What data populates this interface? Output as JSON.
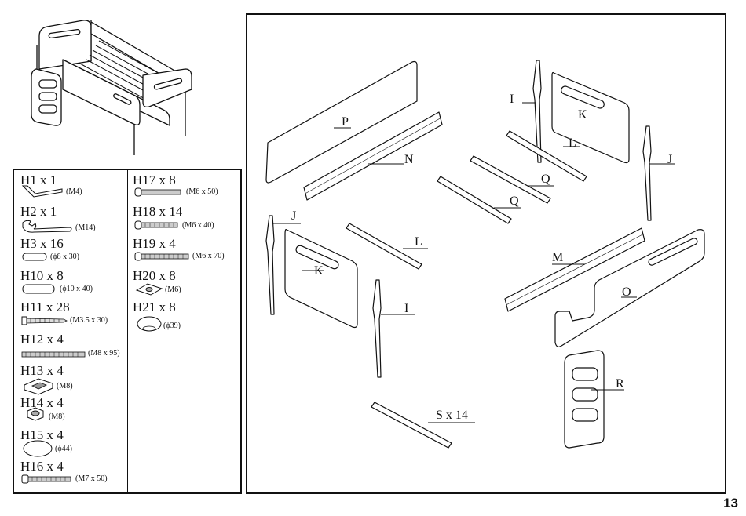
{
  "page_number": "13",
  "hardware": [
    {
      "name": "H1 x 1",
      "spec": "(M4)"
    },
    {
      "name": "H2 x 1",
      "spec": "(M14)"
    },
    {
      "name": "H3 x 16",
      "spec": "(ϕ8 x 30)"
    },
    {
      "name": "H10 x 8",
      "spec": "(ϕ10 x 40)"
    },
    {
      "name": "H11 x 28",
      "spec": "(M3.5 x 30)"
    },
    {
      "name": "H12 x 4",
      "spec": "(M8 x 95)"
    },
    {
      "name": "H13 x 4",
      "spec": "(M8)"
    },
    {
      "name": "H14 x 4",
      "spec": "(M8)"
    },
    {
      "name": "H15 x 4",
      "spec": "(ϕ44)"
    },
    {
      "name": "H16 x 4",
      "spec": "(M7 x 50)"
    },
    {
      "name": "H17 x 8",
      "spec": "(M6 x 50)"
    },
    {
      "name": "H18 x 14",
      "spec": "(M6 x 40)"
    },
    {
      "name": "H19 x 4",
      "spec": "(M6 x 70)"
    },
    {
      "name": "H20 x 8",
      "spec": "(M6)"
    },
    {
      "name": "H21 x 8",
      "spec": "(ϕ39)"
    }
  ],
  "parts": {
    "P": "P",
    "N": "N",
    "I_top": "I",
    "K_top": "K",
    "L_top": "L",
    "J_right": "J",
    "Q_top": "Q",
    "Q_bottom": "Q",
    "J_left": "J",
    "L_mid": "L",
    "K_left": "K",
    "M": "M",
    "O": "O",
    "I_bottom": "I",
    "R": "R",
    "S": "S x 14"
  }
}
